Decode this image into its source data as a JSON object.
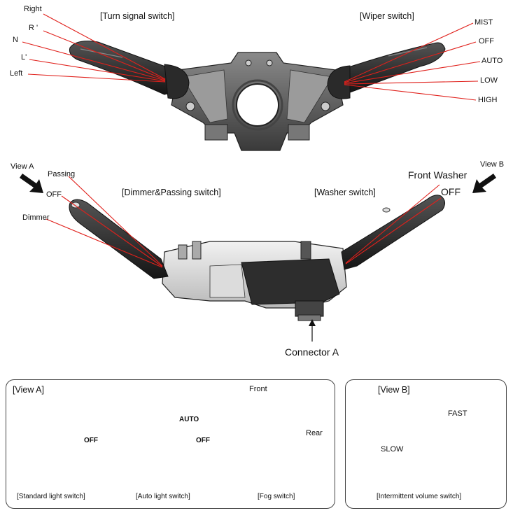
{
  "colors": {
    "leader": "#e0201b",
    "switch_dark": "#2c2c2c",
    "switch_mid": "#6e6e6e",
    "switch_light": "#c8c8c8",
    "outline": "#222222"
  },
  "top": {
    "turn_title": "[Turn signal switch]",
    "wiper_title": "[Wiper switch]",
    "turn_positions": [
      "Right",
      "R '",
      "N",
      "L'",
      "Left"
    ],
    "wiper_positions": [
      "MIST",
      "OFF",
      "AUTO",
      "LOW",
      "HIGH"
    ]
  },
  "middle": {
    "view_a": "View A",
    "view_b": "View B",
    "passing": "Passing",
    "off_left": "OFF",
    "dimmer": "Dimmer",
    "dimmer_title": "[Dimmer&Passing switch]",
    "washer_title": "[Washer switch]",
    "front_washer": "Front Washer",
    "off_right": "OFF",
    "connector": "Connector A"
  },
  "view_a_panel": {
    "title": "[View A]",
    "standard": {
      "caption": "[Standard light switch]",
      "off": "OFF"
    },
    "auto": {
      "caption": "[Auto light switch]",
      "auto": "AUTO",
      "off": "OFF"
    },
    "fog": {
      "caption": "[Fog switch]",
      "front": "Front",
      "rear": "Rear"
    }
  },
  "view_b_panel": {
    "title": "[View B]",
    "slow": "SLOW",
    "fast": "FAST",
    "caption": "[Intermittent volume switch]"
  },
  "icons": [
    "headlamp-icon",
    "parking-lamp-icon",
    "front-fog-icon",
    "rear-fog-icon",
    "arrow-icon"
  ]
}
